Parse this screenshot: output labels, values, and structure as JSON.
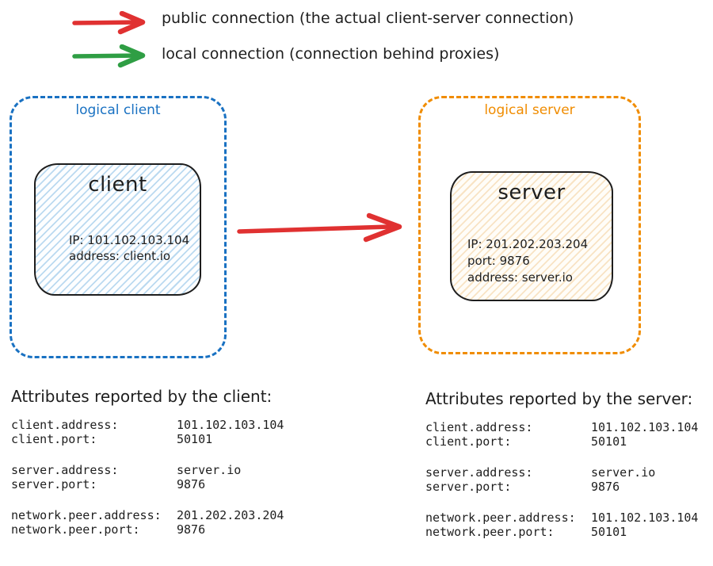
{
  "legend": {
    "items": [
      {
        "icon": "arrow-right",
        "color": "#e03131",
        "label": "public connection (the actual client-server connection)"
      },
      {
        "icon": "arrow-right",
        "color": "#2f9e44",
        "label": "local connection (connection behind proxies)"
      }
    ]
  },
  "connection_arrow": {
    "icon": "arrow-right",
    "color": "#e03131",
    "from": "client",
    "to": "server"
  },
  "client_group": {
    "label": "logical client",
    "accent": "#1971c2",
    "node": {
      "title": "client",
      "hatch_color": "#79b5e2",
      "lines": [
        "IP: 101.102.103.104",
        "address: client.io"
      ]
    }
  },
  "server_group": {
    "label": "logical server",
    "accent": "#f08c00",
    "node": {
      "title": "server",
      "hatch_color": "#eeb96e",
      "lines": [
        "IP: 201.202.203.204",
        "port: 9876",
        "address: server.io"
      ]
    }
  },
  "client_attributes": {
    "title": "Attributes reported by the client:",
    "groups": [
      [
        {
          "key": "client.address:",
          "value": "101.102.103.104"
        },
        {
          "key": "client.port:",
          "value": "50101"
        }
      ],
      [
        {
          "key": "server.address:",
          "value": "server.io"
        },
        {
          "key": "server.port:",
          "value": "9876"
        }
      ],
      [
        {
          "key": "network.peer.address:",
          "value": "201.202.203.204"
        },
        {
          "key": "network.peer.port:",
          "value": "9876"
        }
      ]
    ]
  },
  "server_attributes": {
    "title": "Attributes reported by the server:",
    "groups": [
      [
        {
          "key": "client.address:",
          "value": "101.102.103.104"
        },
        {
          "key": "client.port:",
          "value": "50101"
        }
      ],
      [
        {
          "key": "server.address:",
          "value": "server.io"
        },
        {
          "key": "server.port:",
          "value": "9876"
        }
      ],
      [
        {
          "key": "network.peer.address:",
          "value": "101.102.103.104"
        },
        {
          "key": "network.peer.port:",
          "value": "50101"
        }
      ]
    ]
  }
}
